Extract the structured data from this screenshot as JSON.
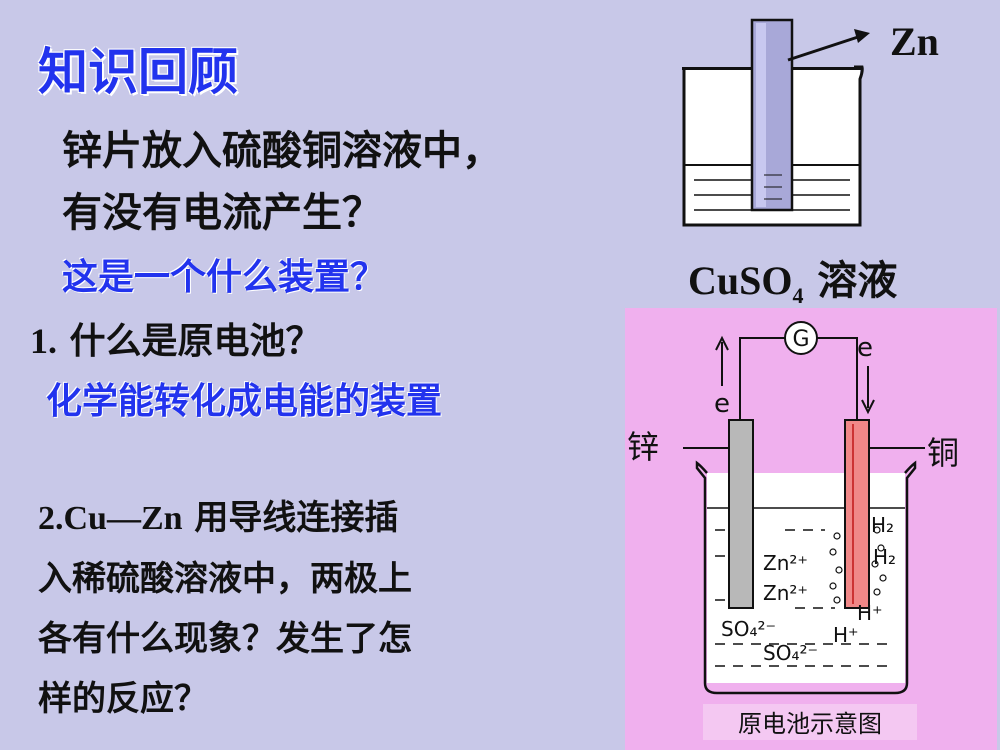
{
  "slide": {
    "title": "知识回顾",
    "question1_line1": "锌片放入硫酸铜溶液中，",
    "question1_line2": "有没有电流产生？",
    "question1_line3": "这是一个什么装置？",
    "point1_num": "1.",
    "point1_text": " 什么是原电池？",
    "point1_answer": "化学能转化成电能的装置",
    "point2_num": "2.Cu—Zn",
    "point2_line1": " 用导线连接插",
    "point2_line2": "入稀硫酸溶液中，两极上",
    "point2_line3": "各有什么现象？发生了怎",
    "point2_line4": "样的反应？"
  },
  "beaker1": {
    "electrode_label": "Zn",
    "solution_formula": "CuSO",
    "solution_sub": "4",
    "solution_word": " 溶液"
  },
  "cell_diagram": {
    "galvanometer": "G",
    "electron_left": "e",
    "electron_right": "e",
    "zinc_label": "锌",
    "copper_label": "铜",
    "ion_zn1": "Zn²⁺",
    "ion_zn2": "Zn²⁺",
    "ion_so4_1": "SO₄²⁻",
    "ion_so4_2": "SO₄²⁻",
    "ion_h_1": "H⁺",
    "ion_h_2": "H⁺",
    "gas_h2_1": "H₂",
    "gas_h2_2": "H₂",
    "caption": "原电池示意图"
  },
  "colors": {
    "background": "#c8c8e8",
    "accent_blue": "#2233ee",
    "diagram_panel": "#f0b0ee",
    "zinc_rod": "#b8b8b8",
    "copper_rod": "#f08888"
  }
}
